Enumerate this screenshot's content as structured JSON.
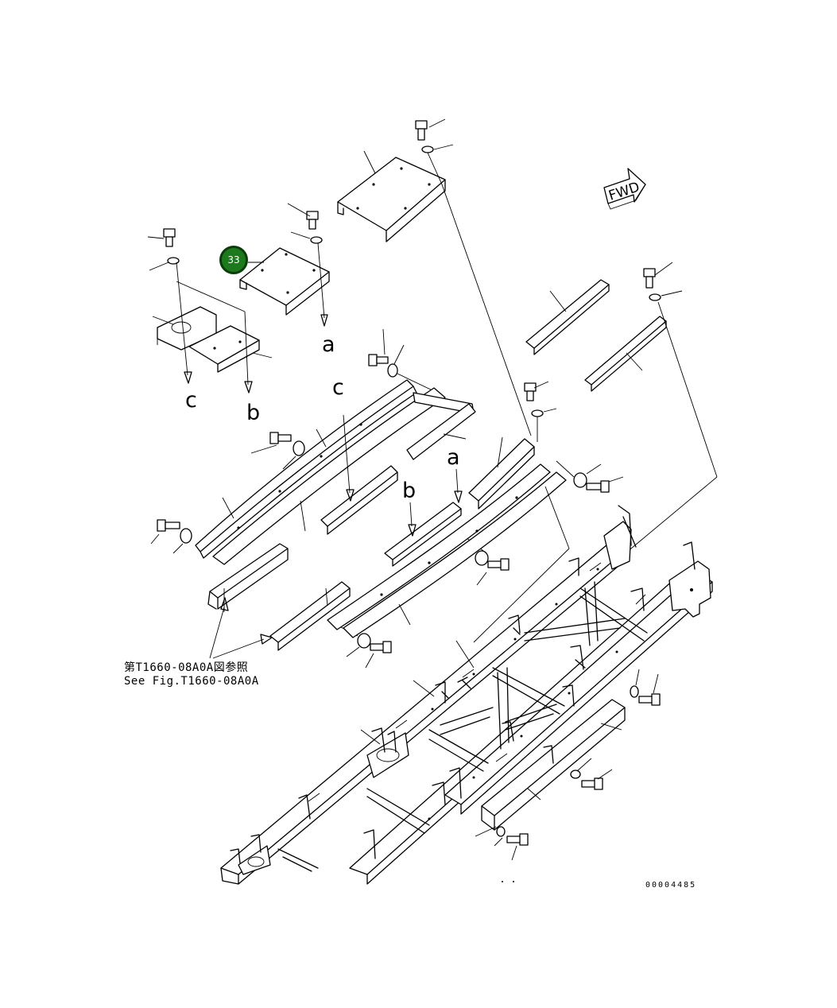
{
  "diagram": {
    "callout_number": "33",
    "fwd_label": "FWD",
    "ref_letters": [
      "a",
      "b",
      "c"
    ],
    "reference_note": {
      "japanese": "第T1660-08A0A図参照",
      "english": "See Fig.T1660-08A0A"
    },
    "diagram_id": "00004485"
  },
  "colors": {
    "callout_fill": "#1c7a1c",
    "callout_border": "#0b3d0b",
    "line": "#000000",
    "background": "#ffffff"
  }
}
